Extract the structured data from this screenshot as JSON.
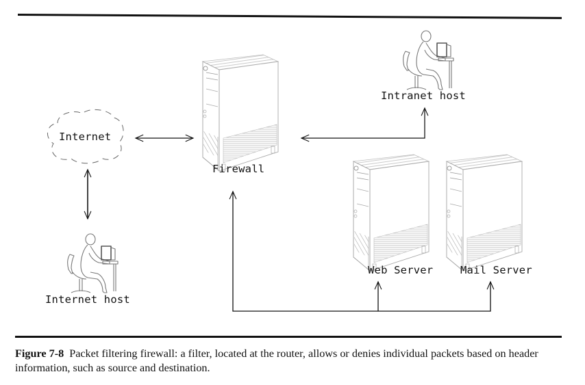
{
  "figure": {
    "number": "Figure 7-8",
    "caption": "Packet filtering firewall: a filter, located at the router, allows or denies individual packets based on header information, such as source and destination."
  },
  "nodes": {
    "internet": {
      "label": "Internet",
      "icon": "cloud-icon"
    },
    "internet_host": {
      "label": "Internet host",
      "icon": "person-at-computer-icon"
    },
    "firewall": {
      "label": "Firewall",
      "icon": "server-tower-icon"
    },
    "intranet_host": {
      "label": "Intranet host",
      "icon": "person-at-computer-icon"
    },
    "web_server": {
      "label": "Web Server",
      "icon": "server-tower-icon"
    },
    "mail_server": {
      "label": "Mail Server",
      "icon": "server-tower-icon"
    }
  },
  "connections": [
    {
      "from": "internet",
      "to": "firewall",
      "direction": "bidirectional"
    },
    {
      "from": "internet",
      "to": "internet_host",
      "direction": "bidirectional"
    },
    {
      "from": "intranet_host",
      "to": "firewall",
      "direction": "bidirectional"
    },
    {
      "from": "firewall",
      "to": "web_server",
      "direction": "bidirectional"
    },
    {
      "from": "firewall",
      "to": "mail_server",
      "direction": "bidirectional"
    }
  ],
  "colors": {
    "ink": "#111111",
    "drawing": "#9a9a9a",
    "paper": "#ffffff"
  }
}
